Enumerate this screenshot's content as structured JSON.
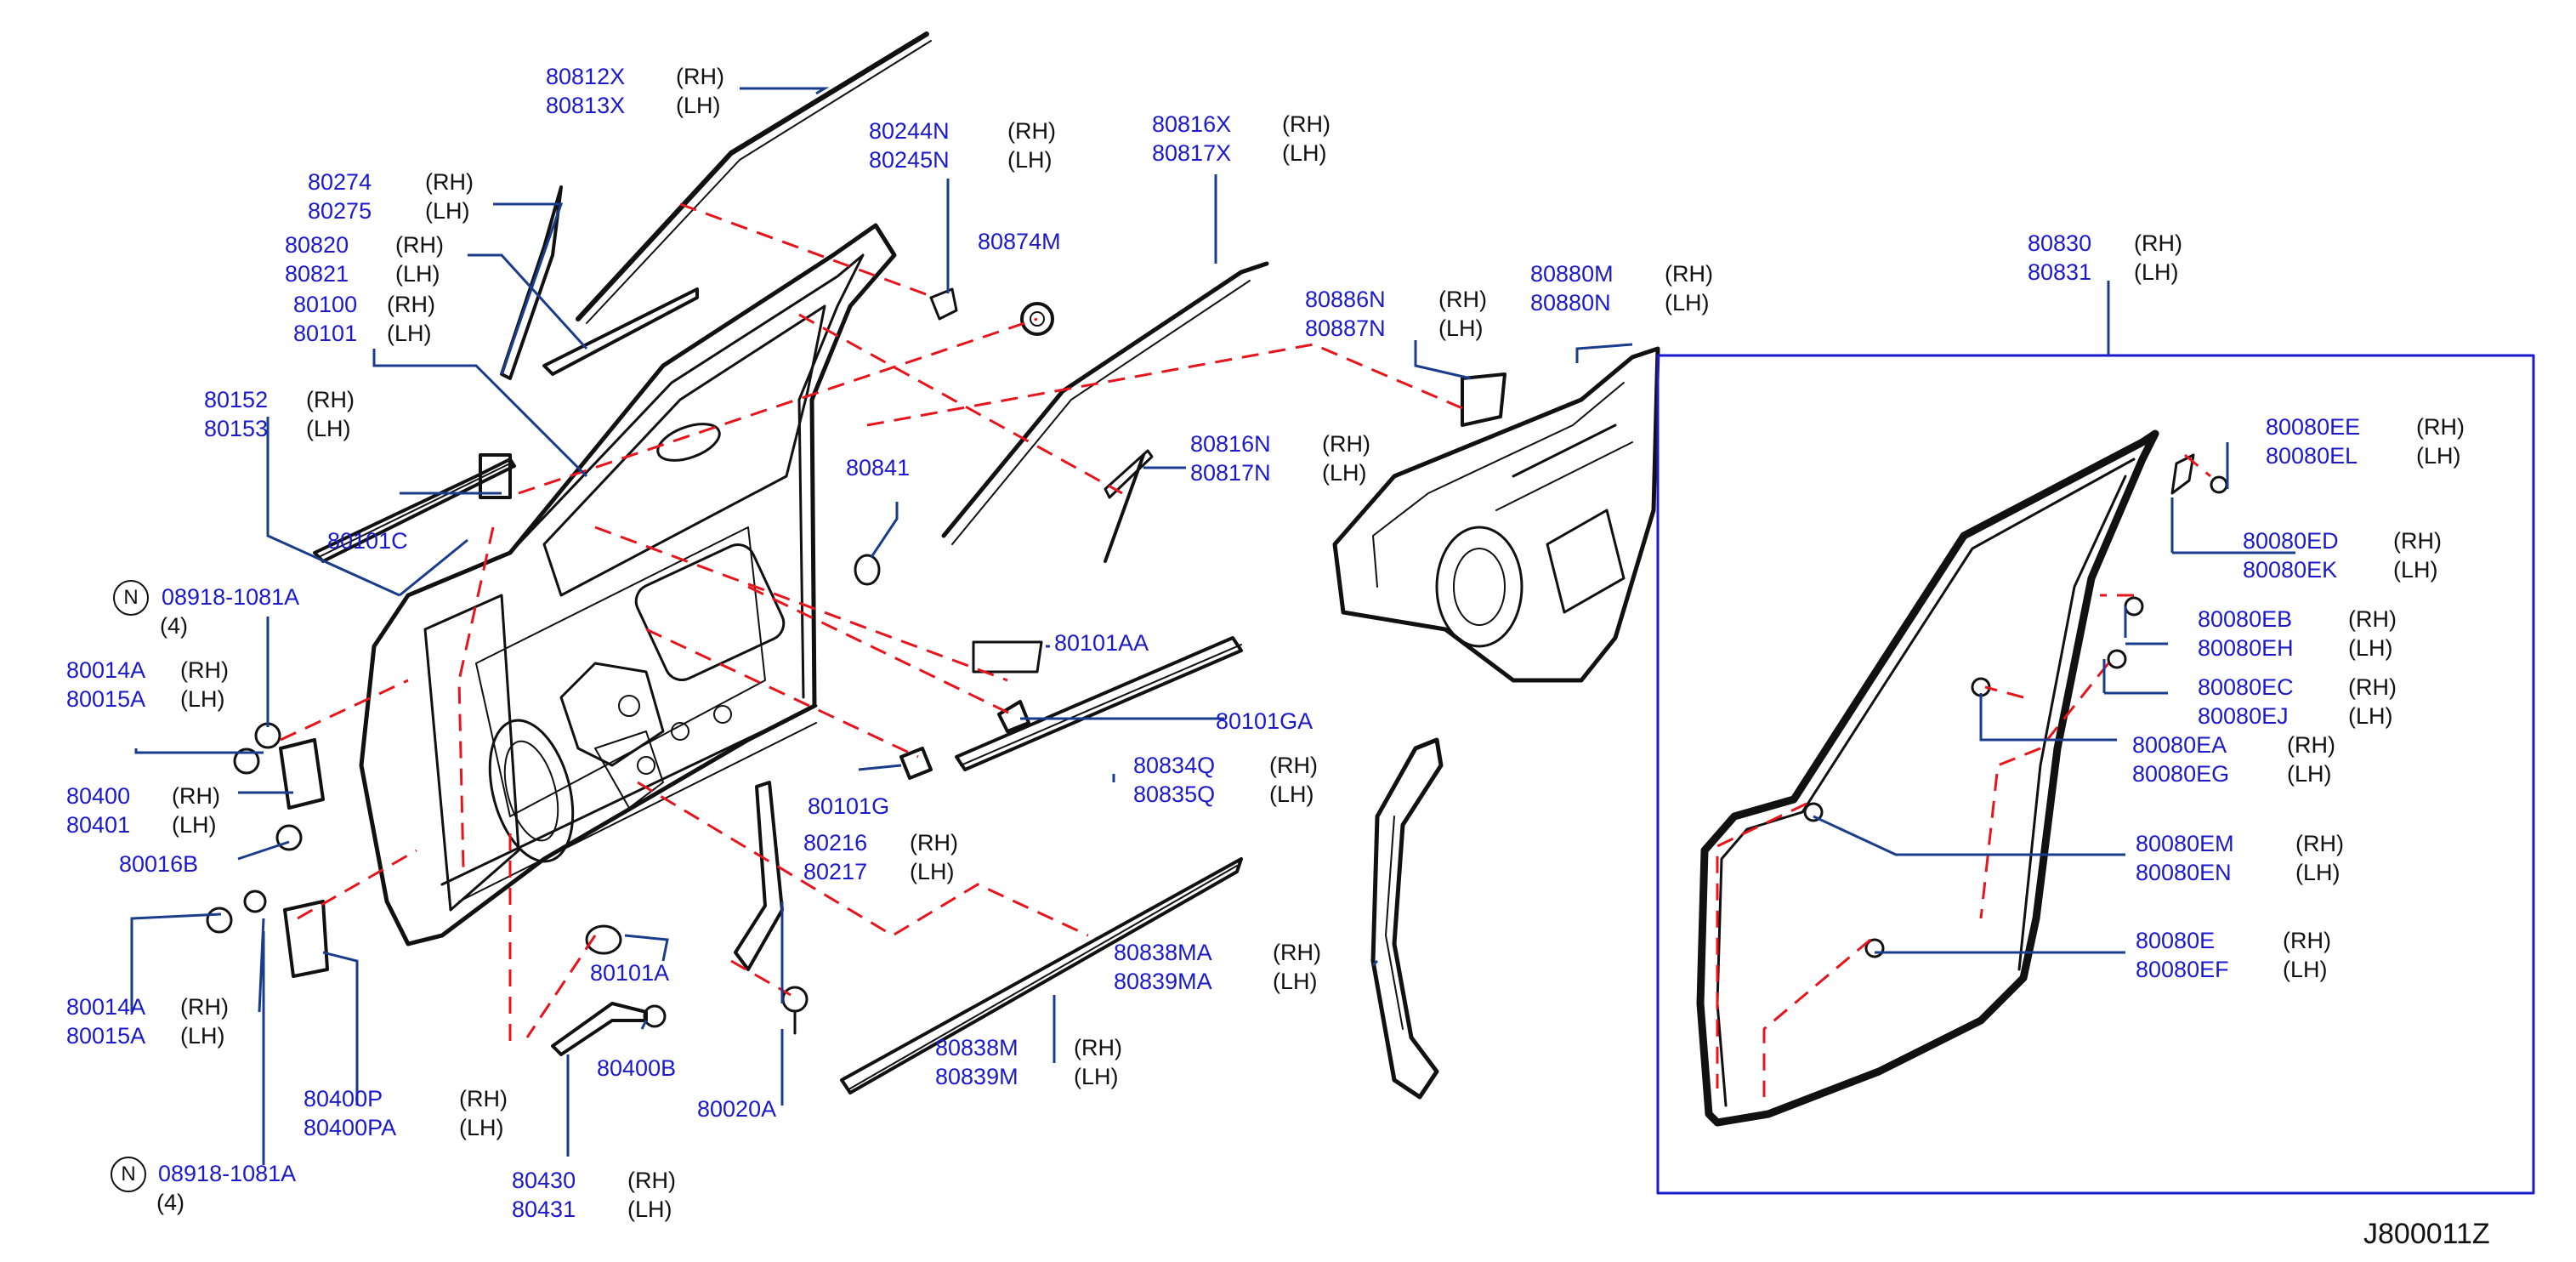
{
  "diagram_ref": "J800011Z",
  "side_labels": {
    "rh": "(RH)",
    "lh": "(LH)"
  },
  "callouts": [
    {
      "id": "c1",
      "rh": "80812X",
      "lh": "80813X"
    },
    {
      "id": "c2",
      "rh": "80244N",
      "lh": "80245N"
    },
    {
      "id": "c3",
      "rh": "80816X",
      "lh": "80817X"
    },
    {
      "id": "c4",
      "rh": "80274",
      "lh": "80275"
    },
    {
      "id": "c5",
      "rh": "80820",
      "lh": "80821"
    },
    {
      "id": "c6",
      "rh": "80100",
      "lh": "80101"
    },
    {
      "id": "c7",
      "rh": "80152",
      "lh": "80153"
    },
    {
      "id": "c8",
      "rh": "80886N",
      "lh": "80887N"
    },
    {
      "id": "c9",
      "rh": "80880M",
      "lh": "80880N"
    },
    {
      "id": "c10",
      "rh": "80830",
      "lh": "80831"
    },
    {
      "id": "c11",
      "rh": "80816N",
      "lh": "80817N"
    },
    {
      "id": "c12",
      "rh": "80080EE",
      "lh": "80080EL"
    },
    {
      "id": "c13",
      "rh": "80080ED",
      "lh": "80080EK"
    },
    {
      "id": "c14",
      "rh": "80080EB",
      "lh": "80080EH"
    },
    {
      "id": "c15",
      "rh": "80080EC",
      "lh": "80080EJ"
    },
    {
      "id": "c16",
      "rh": "80080EA",
      "lh": "80080EG"
    },
    {
      "id": "c17",
      "rh": "80014A",
      "lh": "80015A"
    },
    {
      "id": "c18",
      "rh": "80400",
      "lh": "80401"
    },
    {
      "id": "c19",
      "rh": "80834Q",
      "lh": "80835Q"
    },
    {
      "id": "c20",
      "rh": "80216",
      "lh": "80217"
    },
    {
      "id": "c21",
      "rh": "80080EM",
      "lh": "80080EN"
    },
    {
      "id": "c22",
      "rh": "80014A",
      "lh": "80015A"
    },
    {
      "id": "c23",
      "rh": "80838MA",
      "lh": "80839MA"
    },
    {
      "id": "c24",
      "rh": "80080E",
      "lh": "80080EF"
    },
    {
      "id": "c25",
      "rh": "80838M",
      "lh": "80839M"
    },
    {
      "id": "c26",
      "rh": "80400P",
      "lh": "80400PA"
    },
    {
      "id": "c27",
      "rh": "80430",
      "lh": "80431"
    }
  ],
  "singles": [
    {
      "id": "s1",
      "text": "80874M"
    },
    {
      "id": "s2",
      "text": "80841"
    },
    {
      "id": "s3",
      "text": "80101C"
    },
    {
      "id": "s4",
      "text": "80101AA"
    },
    {
      "id": "s5",
      "text": "80101GA"
    },
    {
      "id": "s6",
      "text": "80101G"
    },
    {
      "id": "s7",
      "text": "80016B"
    },
    {
      "id": "s8",
      "text": "80101A"
    },
    {
      "id": "s9",
      "text": "80400B"
    },
    {
      "id": "s10",
      "text": "80020A"
    }
  ],
  "nuts": [
    {
      "id": "n1",
      "symbol": "N",
      "part": "08918-1081A",
      "count": "(4)"
    },
    {
      "id": "n2",
      "symbol": "N",
      "part": "08918-1081A",
      "count": "(4)"
    }
  ]
}
